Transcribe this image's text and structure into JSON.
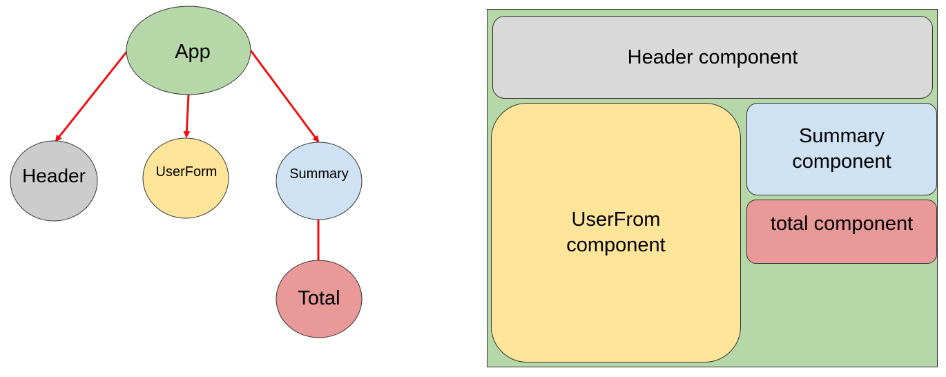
{
  "tree": {
    "app": "App",
    "header": "Header",
    "userform": "UserForm",
    "summary": "Summary",
    "total": "Total"
  },
  "layout": {
    "header": "Header component",
    "userform": "UserFrom\ncomponent",
    "summary": "Summary\ncomponent",
    "total": "total component"
  },
  "colors": {
    "app": "#b6d7a8",
    "header": "#cccccc",
    "userform": "#ffe599",
    "summary": "#cfe2f3",
    "total": "#ea9999",
    "arrow": "#ee1111",
    "header_box": "#d9d9d9",
    "container": "#b6d7a8"
  }
}
